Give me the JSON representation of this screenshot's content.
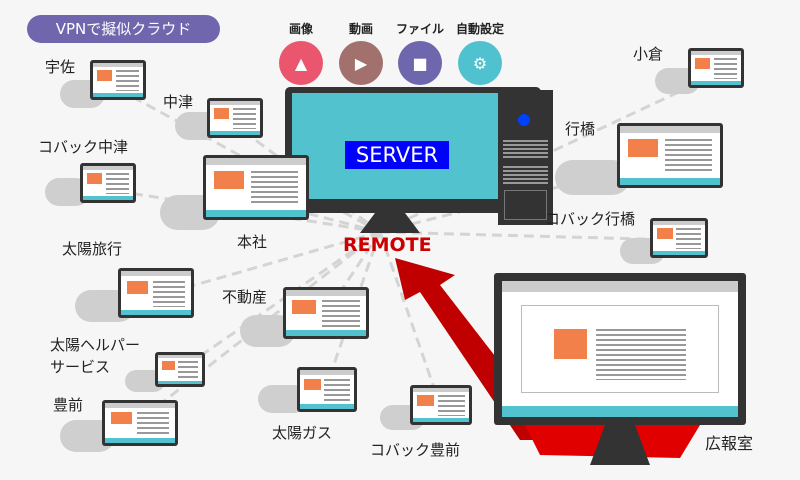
{
  "badge": "VPNで擬似クラウド",
  "services": [
    {
      "label": "画像",
      "icon": "image-icon",
      "color": "#e9566e"
    },
    {
      "label": "動画",
      "icon": "video-icon",
      "color": "#a2706d"
    },
    {
      "label": "ファイル",
      "icon": "folder-icon",
      "color": "#6f67ad"
    },
    {
      "label": "自動設定",
      "icon": "gear-icon",
      "color": "#4fc1cf"
    }
  ],
  "server_label": "SERVER",
  "remote_label": "REMOTE",
  "sites": {
    "usa": "宇佐",
    "nakatsu": "中津",
    "kobac_nakatsu": "コバック中津",
    "honsha": "本社",
    "taiyo_ryoko": "太陽旅行",
    "fudosan": "不動産",
    "taiyo_helper_1": "太陽ヘルパー",
    "taiyo_helper_2": "サービス",
    "buzen": "豊前",
    "taiyo_gas": "太陽ガス",
    "kobac_buzen": "コバック豊前",
    "kokura": "小倉",
    "yukuhashi": "行橋",
    "kobac_yukuhashi": "コバック行橋",
    "kohoshitsu": "広報室"
  },
  "colors": {
    "teal": "#52c2ce",
    "remote": "#cc0000",
    "server_bg": "#0000ff"
  }
}
